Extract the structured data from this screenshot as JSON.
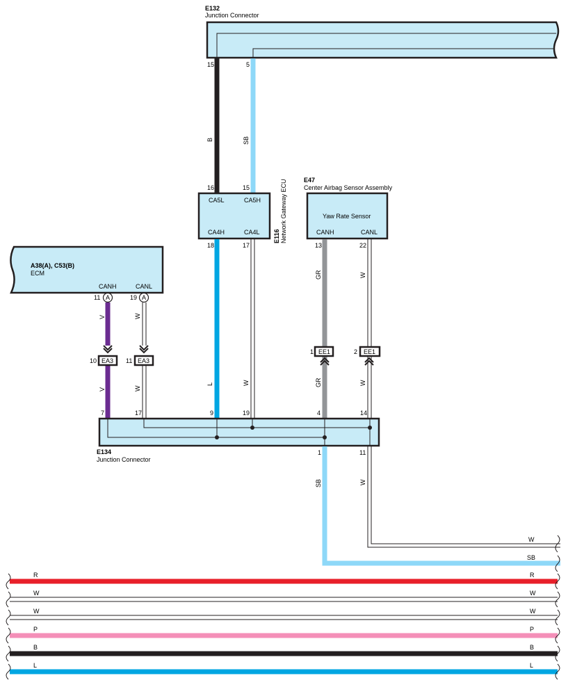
{
  "components": {
    "e132": {
      "code": "E132",
      "name": "Junction Connector",
      "pins": [
        "15",
        "5"
      ]
    },
    "e116": {
      "code": "E116",
      "name": "Network Gateway ECU",
      "top_terms": [
        "CA5L",
        "CA5H"
      ],
      "top_pins": [
        "16",
        "15"
      ],
      "bottom_terms": [
        "CA4H",
        "CA4L"
      ],
      "bottom_pins": [
        "18",
        "17"
      ]
    },
    "e47": {
      "code": "E47",
      "name": "Center Airbag Sensor Assembly",
      "inner": "Yaw Rate Sensor",
      "terms": [
        "CANH",
        "CANL"
      ],
      "pins": [
        "13",
        "22"
      ]
    },
    "ecm": {
      "code": "A38(A), C53(B)",
      "name": "ECM",
      "terms": [
        "CANH",
        "CANL"
      ],
      "pins": [
        "11",
        "19"
      ],
      "connector": [
        "A",
        "A"
      ]
    },
    "e134": {
      "code": "E134",
      "name": "Junction Connector",
      "top_pins": [
        "7",
        "17",
        "9",
        "19",
        "4",
        "14"
      ],
      "bottom_pins": [
        "1",
        "11"
      ]
    }
  },
  "connectors": {
    "ea3": {
      "label": "EA3",
      "pins": [
        "10",
        "11"
      ]
    },
    "ee1": {
      "label": "EE1",
      "pins": [
        "1",
        "2"
      ]
    }
  },
  "wires": {
    "b": "B",
    "sb": "SB",
    "l": "L",
    "w": "W",
    "v": "V",
    "gr": "GR",
    "r": "R",
    "p": "P"
  },
  "bus": [
    {
      "name": "R",
      "color": "#e8202a"
    },
    {
      "name": "W",
      "color": "#ffffff"
    },
    {
      "name": "W",
      "color": "#ffffff"
    },
    {
      "name": "P",
      "color": "#f48fb8"
    },
    {
      "name": "B",
      "color": "#231f20"
    },
    {
      "name": "L",
      "color": "#00a6e2"
    }
  ],
  "colors": {
    "box_fill": "#c8ebf7",
    "black": "#231f20",
    "sky_blue": "#8ed8f8",
    "blue": "#00a6e2",
    "violet": "#6b2c91",
    "gray": "#939598",
    "red": "#e8202a",
    "pink": "#f48fb8"
  }
}
